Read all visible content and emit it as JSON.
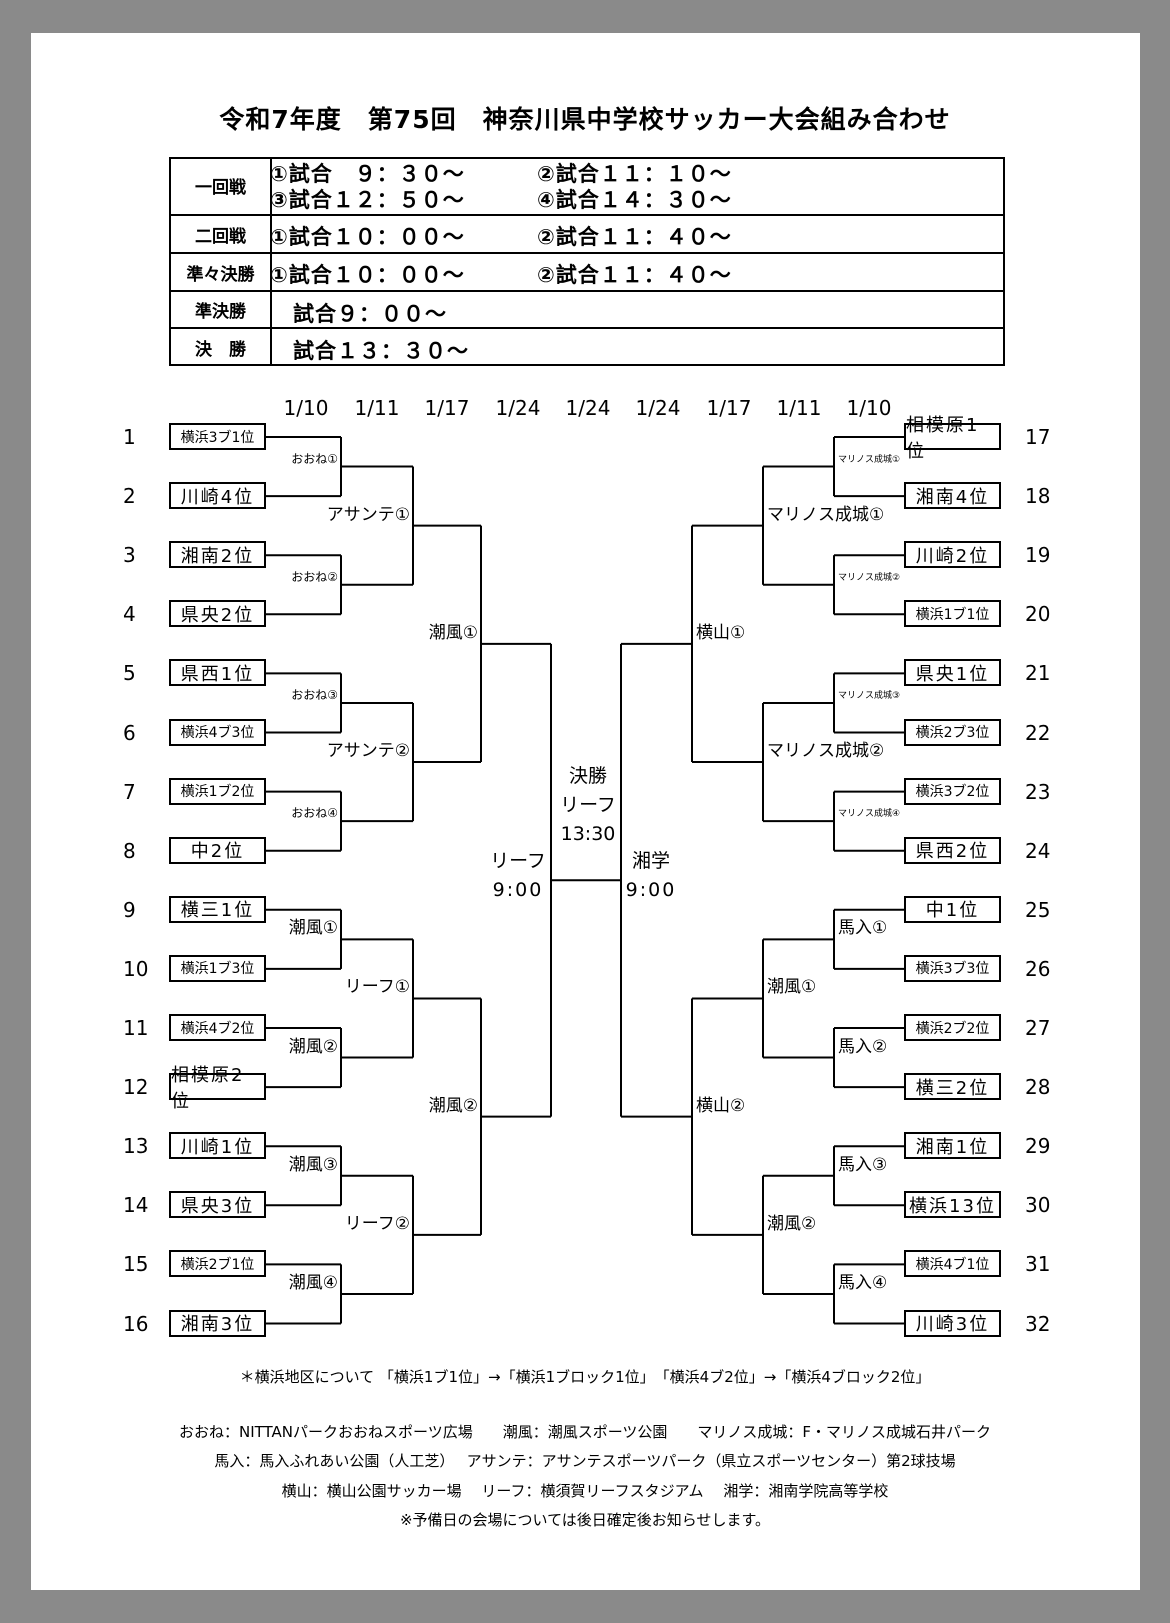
{
  "title": "令和7年度　第75回　神奈川県中学校サッカー大会組み合わせ",
  "schedule": [
    {
      "label": "一回戦",
      "slots": [
        "①試合　９：３０～",
        "②試合１１：１０～",
        "③試合１２：５０～",
        "④試合１４：３０～"
      ]
    },
    {
      "label": "二回戦",
      "slots": [
        "①試合１０：００～",
        "②試合１１：４０～"
      ]
    },
    {
      "label": "準々決勝",
      "slots": [
        "①試合１０：００～",
        "②試合１１：４０～"
      ]
    },
    {
      "label": "準決勝",
      "slots": [
        "試合９：００～"
      ]
    },
    {
      "label": "決　勝",
      "slots": [
        "試合１３：３０～"
      ]
    }
  ],
  "dates": [
    "1/10",
    "1/11",
    "1/17",
    "1/24",
    "1/24",
    "1/24",
    "1/17",
    "1/11",
    "1/10"
  ],
  "left": {
    "teams": [
      {
        "num": "1",
        "name": "横浜3ブ1位"
      },
      {
        "num": "2",
        "name": "川崎4位"
      },
      {
        "num": "3",
        "name": "湘南2位"
      },
      {
        "num": "4",
        "name": "県央2位"
      },
      {
        "num": "5",
        "name": "県西1位"
      },
      {
        "num": "6",
        "name": "横浜4ブ3位"
      },
      {
        "num": "7",
        "name": "横浜1ブ2位"
      },
      {
        "num": "8",
        "name": "中2位"
      },
      {
        "num": "9",
        "name": "横三1位"
      },
      {
        "num": "10",
        "name": "横浜1ブ3位"
      },
      {
        "num": "11",
        "name": "横浜4ブ2位"
      },
      {
        "num": "12",
        "name": "相模原2位"
      },
      {
        "num": "13",
        "name": "川崎1位"
      },
      {
        "num": "14",
        "name": "県央3位"
      },
      {
        "num": "15",
        "name": "横浜2ブ1位"
      },
      {
        "num": "16",
        "name": "湘南3位"
      }
    ],
    "round1": [
      "おおね①",
      "おおね②",
      "おおね③",
      "おおね④",
      "潮風①",
      "潮風②",
      "潮風③",
      "潮風④"
    ],
    "round2": [
      "アサンテ①",
      "アサンテ②",
      "リーフ①",
      "リーフ②"
    ],
    "round3": [
      "潮風①",
      "潮風②"
    ],
    "semi": [
      "リーフ",
      "9:00"
    ]
  },
  "right": {
    "teams": [
      {
        "num": "17",
        "name": "相模原1位"
      },
      {
        "num": "18",
        "name": "湘南4位"
      },
      {
        "num": "19",
        "name": "川崎2位"
      },
      {
        "num": "20",
        "name": "横浜1ブ1位"
      },
      {
        "num": "21",
        "name": "県央1位"
      },
      {
        "num": "22",
        "name": "横浜2ブ3位"
      },
      {
        "num": "23",
        "name": "横浜3ブ2位"
      },
      {
        "num": "24",
        "name": "県西2位"
      },
      {
        "num": "25",
        "name": "中1位"
      },
      {
        "num": "26",
        "name": "横浜3ブ3位"
      },
      {
        "num": "27",
        "name": "横浜2ブ2位"
      },
      {
        "num": "28",
        "name": "横三2位"
      },
      {
        "num": "29",
        "name": "湘南1位"
      },
      {
        "num": "30",
        "name": "横浜13位"
      },
      {
        "num": "31",
        "name": "横浜4ブ1位"
      },
      {
        "num": "32",
        "name": "川崎3位"
      }
    ],
    "round1": [
      "マリノス成城①",
      "マリノス成城②",
      "マリノス成城③",
      "マリノス成城④",
      "馬入①",
      "馬入②",
      "馬入③",
      "馬入④"
    ],
    "round2": [
      "マリノス成城①",
      "マリノス成城②",
      "潮風①",
      "潮風②"
    ],
    "round3": [
      "横山①",
      "横山②"
    ],
    "semi": [
      "湘学",
      "9:00"
    ]
  },
  "final": [
    "決勝",
    "リーフ",
    "13:30"
  ],
  "footer": {
    "note": "＊横浜地区について 「横浜1ブ1位」→「横浜1ブロック1位」　「横浜4ブ2位」→「横浜4ブロック2位」",
    "venues": [
      "おおね：NITTANパークおおねスポーツ広場　　潮風：潮風スポーツ公園　　マリノス成城：F・マリノス成城石井パーク",
      "馬入：馬入ふれあい公園（人工芝）　 アサンテ：アサンテスポーツパーク（県立スポーツセンター）第2球技場",
      "横山：横山公園サッカー場　 リーフ：横須賀リーフスタジアム　 湘学：湘南学院高等学校"
    ],
    "reserve": "※予備日の会場については後日確定後お知らせします。"
  }
}
